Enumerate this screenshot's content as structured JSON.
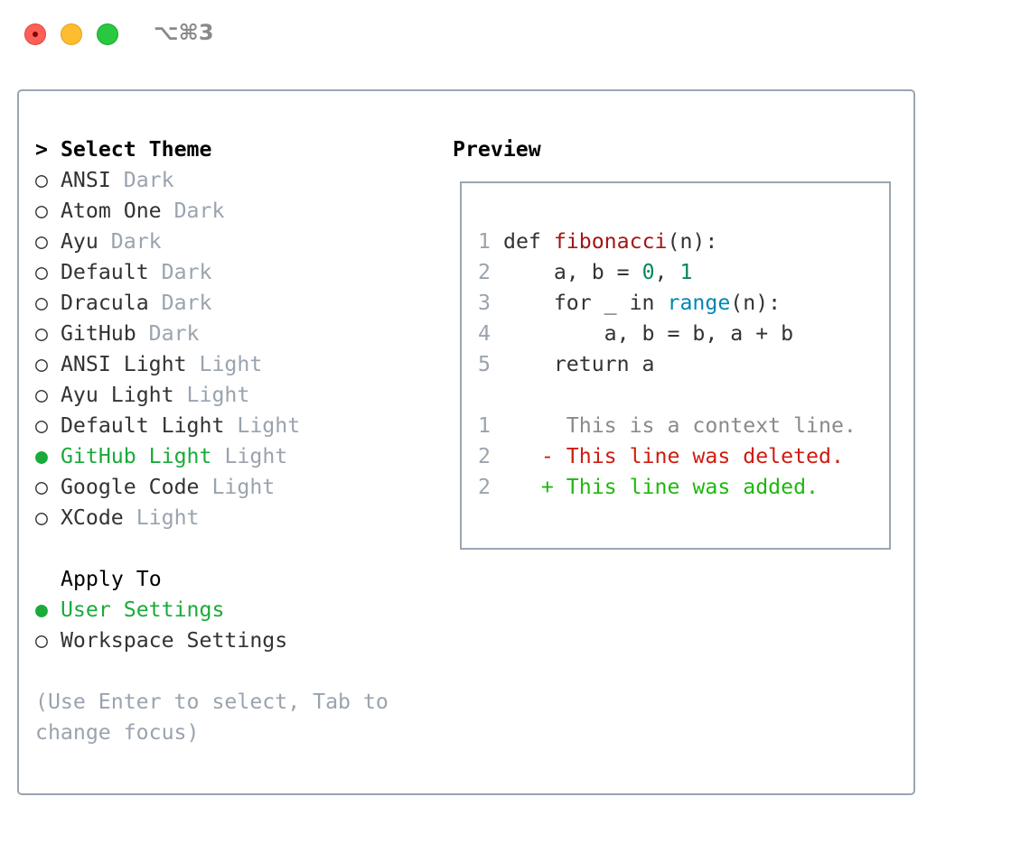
{
  "titlebar": {
    "shortcut": "⌥⌘3"
  },
  "theme": {
    "heading": "Select Theme",
    "cursor": ">",
    "items": [
      {
        "name": "ANSI",
        "variant": "Dark",
        "selected": false
      },
      {
        "name": "Atom One",
        "variant": "Dark",
        "selected": false
      },
      {
        "name": "Ayu",
        "variant": "Dark",
        "selected": false
      },
      {
        "name": "Default",
        "variant": "Dark",
        "selected": false
      },
      {
        "name": "Dracula",
        "variant": "Dark",
        "selected": false
      },
      {
        "name": "GitHub",
        "variant": "Dark",
        "selected": false
      },
      {
        "name": "ANSI Light",
        "variant": "Light",
        "selected": false
      },
      {
        "name": "Ayu Light",
        "variant": "Light",
        "selected": false
      },
      {
        "name": "Default Light",
        "variant": "Light",
        "selected": false
      },
      {
        "name": "GitHub Light",
        "variant": "Light",
        "selected": true
      },
      {
        "name": "Google Code",
        "variant": "Light",
        "selected": false
      },
      {
        "name": "XCode",
        "variant": "Light",
        "selected": false
      }
    ]
  },
  "apply": {
    "heading": "Apply To",
    "items": [
      {
        "name": "User Settings",
        "selected": true
      },
      {
        "name": "Workspace Settings",
        "selected": false
      }
    ]
  },
  "help": {
    "line1": "(Use Enter to select, Tab to",
    "line2": "change focus)"
  },
  "preview": {
    "heading": "Preview",
    "code": [
      {
        "num": "1",
        "parts": [
          {
            "t": "def ",
            "c": "#333333"
          },
          {
            "t": "fibonacci",
            "c": "#a31515"
          },
          {
            "t": "(n):",
            "c": "#333333"
          }
        ]
      },
      {
        "num": "2",
        "parts": [
          {
            "t": "    a, b = ",
            "c": "#333333"
          },
          {
            "t": "0",
            "c": "#098658"
          },
          {
            "t": ", ",
            "c": "#333333"
          },
          {
            "t": "1",
            "c": "#098658"
          }
        ]
      },
      {
        "num": "3",
        "parts": [
          {
            "t": "    for _ in ",
            "c": "#333333"
          },
          {
            "t": "range",
            "c": "#0086b3"
          },
          {
            "t": "(n):",
            "c": "#333333"
          }
        ]
      },
      {
        "num": "4",
        "parts": [
          {
            "t": "        a, b = b, a + b",
            "c": "#333333"
          }
        ]
      },
      {
        "num": "5",
        "parts": [
          {
            "t": "    return a",
            "c": "#333333"
          }
        ]
      }
    ],
    "diff": [
      {
        "num": "1",
        "text": "     This is a context line.",
        "c": "#8a8a8a"
      },
      {
        "num": "2",
        "text": "   - This line was deleted.",
        "c": "#d01b0f"
      },
      {
        "num": "2",
        "text": "   + This line was added.",
        "c": "#1fb80f"
      }
    ]
  },
  "colors": {
    "selected": "#1aab3a",
    "muted": "#9aa3ae",
    "border": "#9aa5b1"
  }
}
